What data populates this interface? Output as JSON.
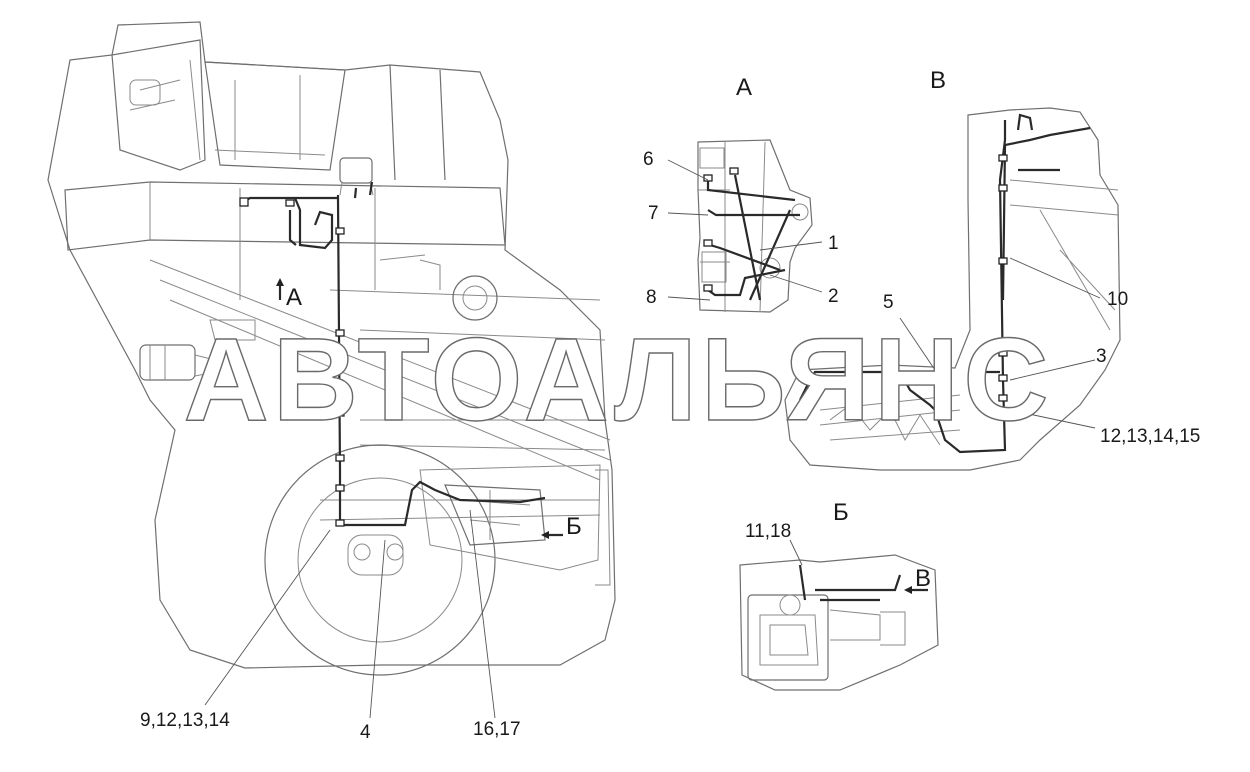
{
  "watermark": "АВТОАЛЬЯНС",
  "views": {
    "a_title": "А",
    "v_title": "В",
    "b_title": "Б",
    "arrow_a": "А",
    "arrow_b": "Б",
    "arrow_v": "В"
  },
  "callouts": {
    "c1": "1",
    "c2": "2",
    "c3": "3",
    "c4": "4",
    "c5": "5",
    "c6": "6",
    "c7": "7",
    "c8": "8",
    "c10": "10",
    "c9_12_13_14": "9,12,13,14",
    "c11_18": "11,18",
    "c12_13_14_15": "12,13,14,15",
    "c16_17": "16,17"
  }
}
